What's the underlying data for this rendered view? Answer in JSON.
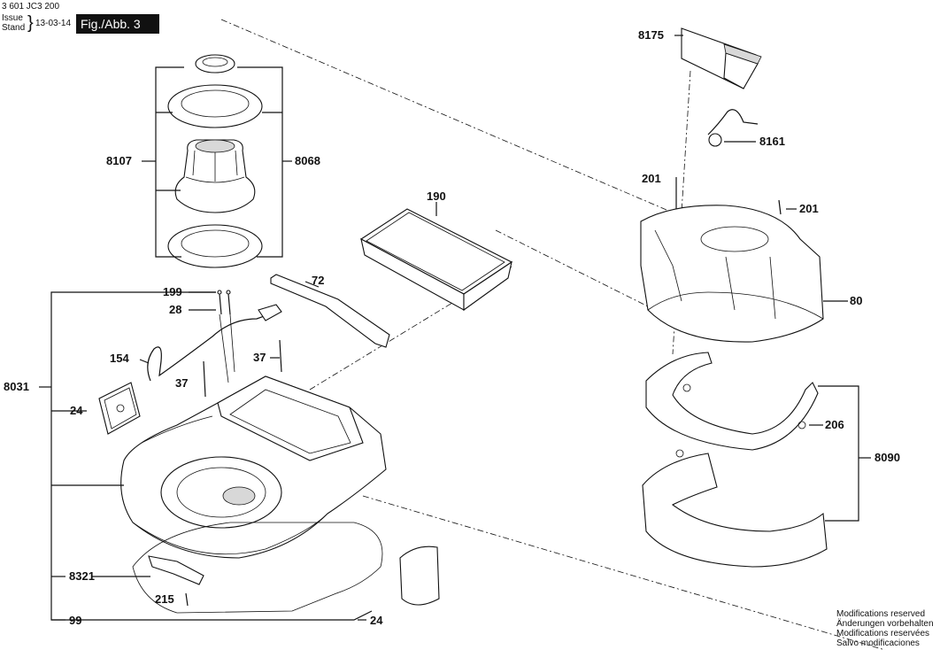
{
  "header": {
    "doc_number": "3 601 JC3 200",
    "issue_label": "Issue",
    "stand_label": "Stand",
    "issue_date": "13-03-14",
    "figure_label": "Fig./Abb. 3"
  },
  "labels": {
    "p8107": "8107",
    "p8068": "8068",
    "p190": "190",
    "p199": "199",
    "p28": "28",
    "p72": "72",
    "p154": "154",
    "p37a": "37",
    "p37b": "37",
    "p8031": "8031",
    "p24a": "24",
    "p8321": "8321",
    "p215": "215",
    "p99": "99",
    "p24b": "24",
    "p8175": "8175",
    "p8161": "8161",
    "p201a": "201",
    "p201b": "201",
    "p80": "80",
    "p206": "206",
    "p8090": "8090"
  },
  "notes": {
    "line1": "Modifications reserved",
    "line2": "Änderungen vorbehalten",
    "line3": "Modifications reservées",
    "line4": "Salvo modificaciones"
  }
}
